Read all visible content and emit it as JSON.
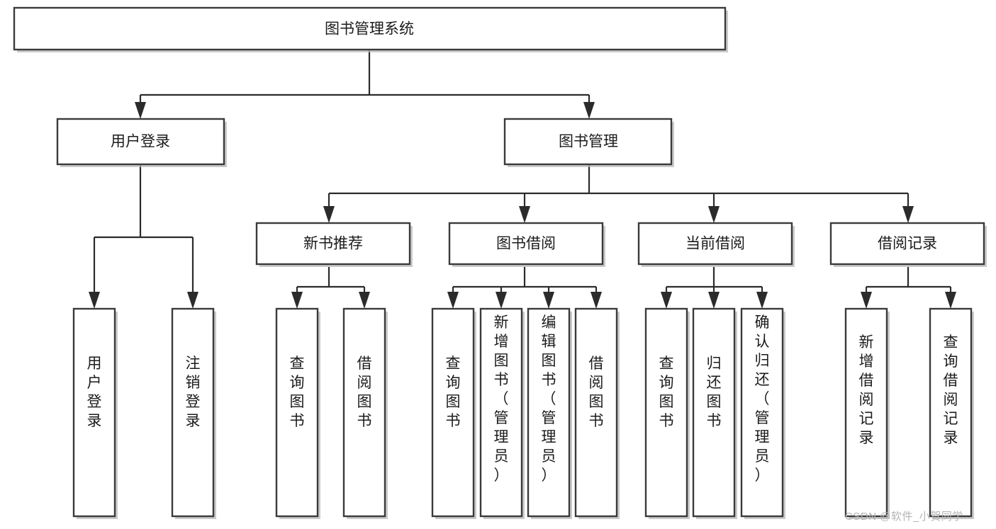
{
  "diagram": {
    "type": "tree",
    "title": "图书管理系统",
    "root": {
      "id": "root",
      "label": "图书管理系统",
      "orientation": "horizontal"
    },
    "level2": [
      {
        "id": "user-login",
        "label": "用户登录",
        "orientation": "horizontal"
      },
      {
        "id": "book-management",
        "label": "图书管理",
        "orientation": "horizontal"
      }
    ],
    "level3": [
      {
        "id": "new-book-recommend",
        "label": "新书推荐",
        "orientation": "horizontal"
      },
      {
        "id": "book-borrow",
        "label": "图书借阅",
        "orientation": "horizontal"
      },
      {
        "id": "current-borrow",
        "label": "当前借阅",
        "orientation": "horizontal"
      },
      {
        "id": "borrow-record",
        "label": "借阅记录",
        "orientation": "horizontal"
      }
    ],
    "leaves": {
      "user-login": [
        {
          "id": "leaf-user-login",
          "label": "用户登录",
          "orientation": "vertical"
        },
        {
          "id": "leaf-user-logout",
          "label": "注销登录",
          "orientation": "vertical"
        }
      ],
      "new-book-recommend": [
        {
          "id": "leaf-query-book-1",
          "label": "查询图书",
          "orientation": "vertical"
        },
        {
          "id": "leaf-borrow-book-1",
          "label": "借阅图书",
          "orientation": "vertical"
        }
      ],
      "book-borrow": [
        {
          "id": "leaf-query-book-2",
          "label": "查询图书",
          "orientation": "vertical"
        },
        {
          "id": "leaf-add-book",
          "label": "新增图书（管理员）",
          "orientation": "vertical"
        },
        {
          "id": "leaf-edit-book",
          "label": "编辑图书（管理员）",
          "orientation": "vertical"
        },
        {
          "id": "leaf-borrow-book-2",
          "label": "借阅图书",
          "orientation": "vertical"
        }
      ],
      "current-borrow": [
        {
          "id": "leaf-query-book-3",
          "label": "查询图书",
          "orientation": "vertical"
        },
        {
          "id": "leaf-return-book",
          "label": "归还图书",
          "orientation": "vertical"
        },
        {
          "id": "leaf-confirm-return",
          "label": "确认归还（管理员）",
          "orientation": "vertical"
        }
      ],
      "borrow-record": [
        {
          "id": "leaf-add-record",
          "label": "新增借阅记录",
          "orientation": "vertical"
        },
        {
          "id": "leaf-query-record",
          "label": "查询借阅记录",
          "orientation": "vertical"
        }
      ]
    },
    "colors": {
      "box_stroke": "#3a3a3a",
      "box_fill": "#ffffff",
      "connector": "#2b2b2b",
      "text": "#1b1b1b",
      "watermark": "#b4b4b4",
      "background": "#ffffff"
    }
  },
  "watermark": {
    "text": "CSDN @软件_小贺同学"
  }
}
